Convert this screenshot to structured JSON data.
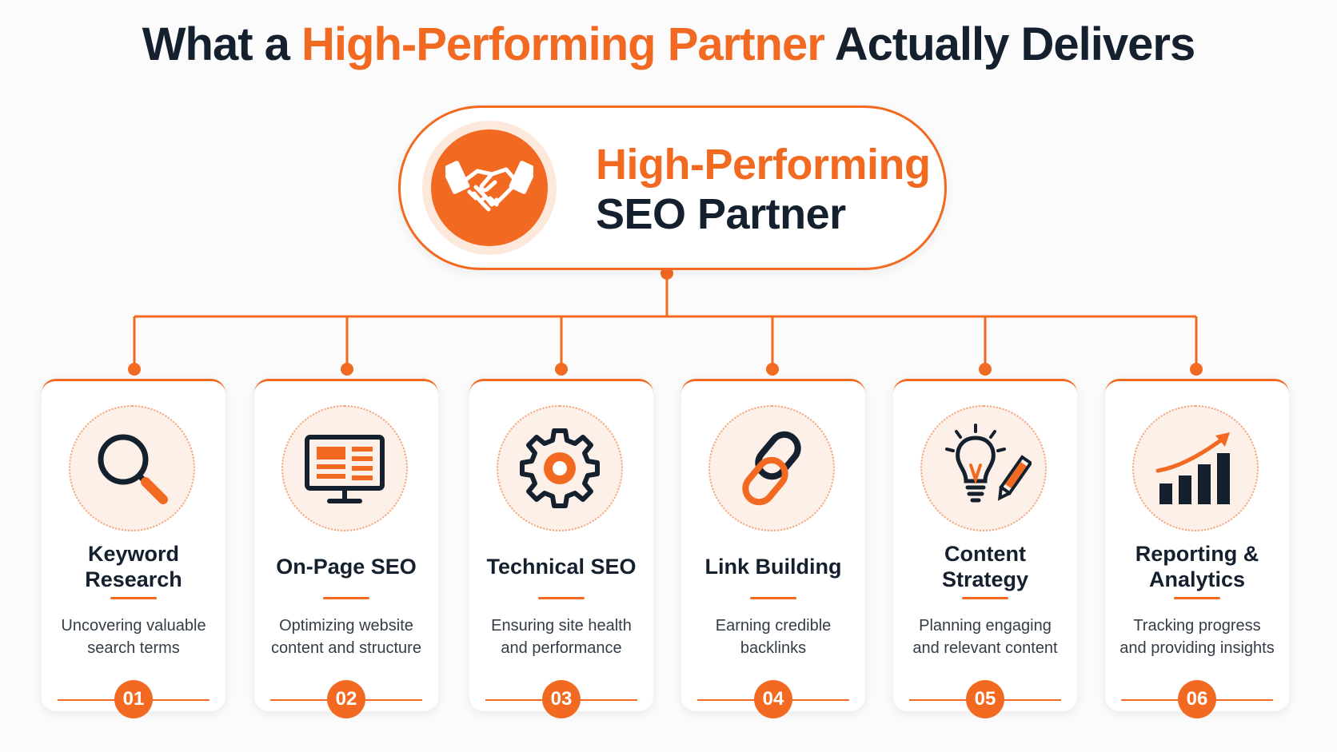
{
  "title": {
    "part1": "What a ",
    "accent": "High-Performing Partner",
    "part2": " Actually Delivers"
  },
  "hub": {
    "line1": "High-Performing",
    "line2": "SEO Partner",
    "icon": "handshake-icon"
  },
  "colors": {
    "accent": "#f26a21",
    "dark": "#14202e",
    "ring": "#fdf0e9"
  },
  "cards": [
    {
      "title_l1": "Keyword",
      "title_l2": "Research",
      "desc_l1": "Uncovering valuable",
      "desc_l2": "search terms",
      "num": "01",
      "icon": "magnifier-icon"
    },
    {
      "title_l1": "On-Page SEO",
      "title_l2": "",
      "desc_l1": "Optimizing website",
      "desc_l2": "content and structure",
      "num": "02",
      "icon": "monitor-icon"
    },
    {
      "title_l1": "Technical SEO",
      "title_l2": "",
      "desc_l1": "Ensuring site health",
      "desc_l2": "and performance",
      "num": "03",
      "icon": "gear-icon"
    },
    {
      "title_l1": "Link Building",
      "title_l2": "",
      "desc_l1": "Earning credible",
      "desc_l2": "backlinks",
      "num": "04",
      "icon": "chain-link-icon"
    },
    {
      "title_l1": "Content",
      "title_l2": "Strategy",
      "desc_l1": "Planning engaging",
      "desc_l2": "and relevant content",
      "num": "05",
      "icon": "lightbulb-pencil-icon"
    },
    {
      "title_l1": "Reporting &",
      "title_l2": "Analytics",
      "desc_l1": "Tracking progress",
      "desc_l2": "and providing insights",
      "num": "06",
      "icon": "bar-chart-icon"
    }
  ]
}
